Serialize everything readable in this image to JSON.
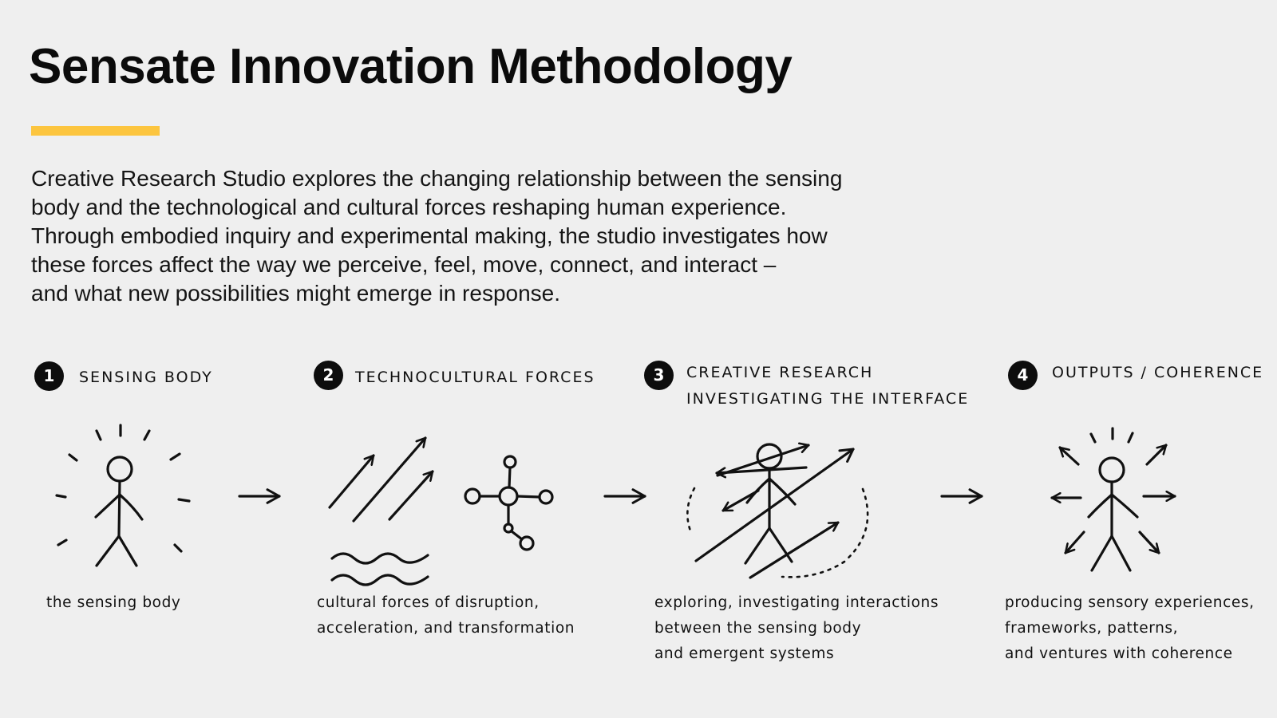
{
  "title": "Sensate Innovation Methodology",
  "colors": {
    "accent": "#fcc53f",
    "background": "#efefef",
    "ink": "#111111"
  },
  "intro": {
    "lines": [
      "Creative Research Studio explores the changing relationship between the sensing",
      "body and the technological and cultural forces reshaping human experience.",
      "Through embodied inquiry and experimental making, the studio investigates how",
      "these forces affect the way we perceive, feel, move, connect, and interact –",
      "and what new possibilities might emerge in response."
    ]
  },
  "steps": [
    {
      "number": "1",
      "label": [
        "SENSING BODY"
      ],
      "icon": "radiating-stick-figure-icon",
      "caption": [
        "the sensing body"
      ]
    },
    {
      "number": "2",
      "label": [
        "TECHNOCULTURAL FORCES"
      ],
      "icon": "forces-arrows-network-icon",
      "caption": [
        "cultural forces of disruption,",
        "acceleration, and transformation"
      ]
    },
    {
      "number": "3",
      "label": [
        "CREATIVE RESEARCH",
        "INVESTIGATING THE INTERFACE"
      ],
      "icon": "figure-crossed-by-forces-icon",
      "caption": [
        "exploring, investigating interactions",
        "between the sensing body",
        "and emergent systems"
      ]
    },
    {
      "number": "4",
      "label": [
        "OUTPUTS / COHERENCE"
      ],
      "icon": "figure-emitting-arrows-icon",
      "caption": [
        "producing sensory experiences,",
        "frameworks, patterns,",
        "and ventures with coherence"
      ]
    }
  ],
  "connector_icon": "right-arrow-icon"
}
